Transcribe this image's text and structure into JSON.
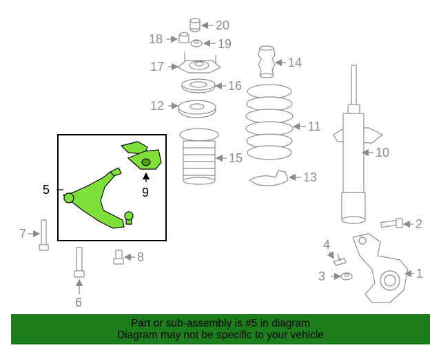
{
  "callouts": {
    "c1": "1",
    "c2": "2",
    "c3": "3",
    "c4": "4",
    "c5": "5",
    "c6": "6",
    "c7": "7",
    "c8": "8",
    "c9": "9",
    "c10": "10",
    "c11": "11",
    "c12": "12",
    "c13": "13",
    "c14": "14",
    "c15": "15",
    "c16": "16",
    "c17": "17",
    "c18": "18",
    "c19": "19",
    "c20": "20"
  },
  "banner": {
    "line1": "Part or sub-assembly is #5 in diagram",
    "line2": "Diagram may not be specific to your vehicle"
  },
  "colors": {
    "highlight": "#7fe03a",
    "banner_bg": "#1d7d1d",
    "callout_gray": "#8c8c8c"
  }
}
